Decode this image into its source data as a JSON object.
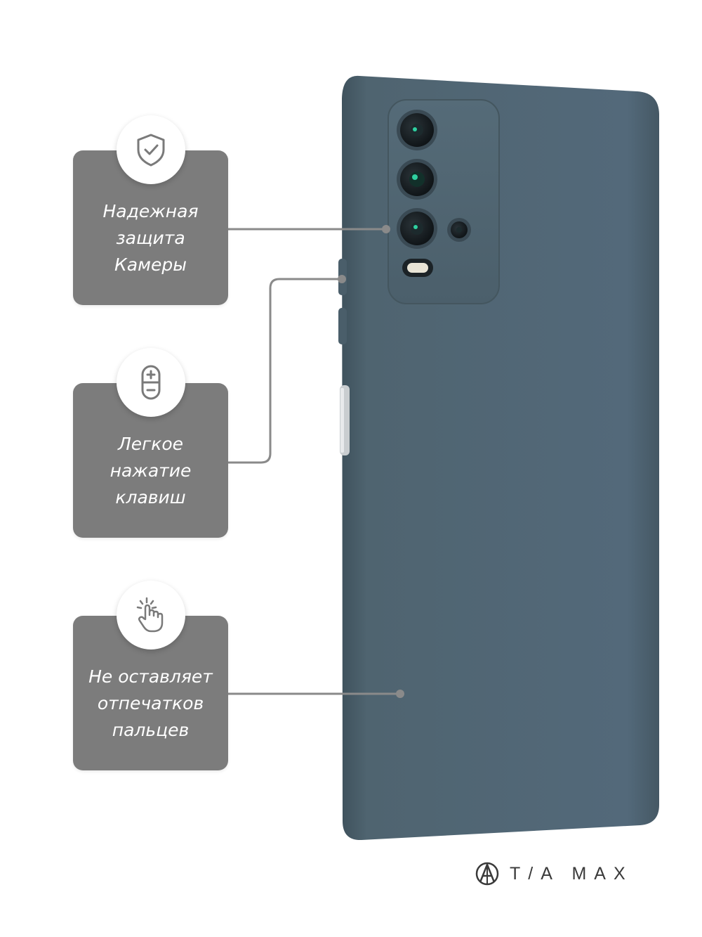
{
  "features": [
    {
      "icon": "shield-check-icon",
      "lines": [
        "Надежная",
        "защита",
        "Камеры"
      ]
    },
    {
      "icon": "volume-buttons-icon",
      "lines": [
        "Легкое",
        "нажатие",
        "клавиш"
      ]
    },
    {
      "icon": "touch-hand-icon",
      "lines": [
        "Не оставляет",
        "отпечатков",
        "пальцев"
      ]
    }
  ],
  "brand": {
    "text": "T/A MAX",
    "icon": "logo-mark-icon"
  },
  "colors": {
    "card": "#7c7c7c",
    "case": "#4f6470",
    "connector": "#8a8a8a",
    "lens": "#1a2024",
    "lens_glint": "#2fd0a0"
  }
}
